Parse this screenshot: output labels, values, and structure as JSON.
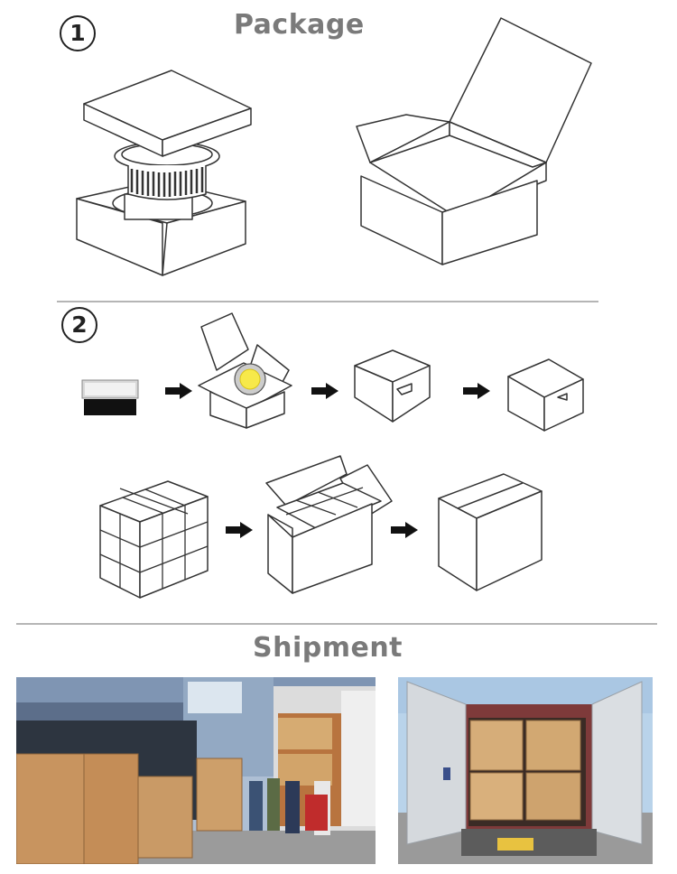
{
  "package_section": {
    "step1_number": "1",
    "title": "Package",
    "step2_number": "2"
  },
  "shipment_section": {
    "title": "Shipment"
  },
  "photos": {
    "left": "warehouse-loading-photo",
    "right": "container-cargo-photo"
  }
}
